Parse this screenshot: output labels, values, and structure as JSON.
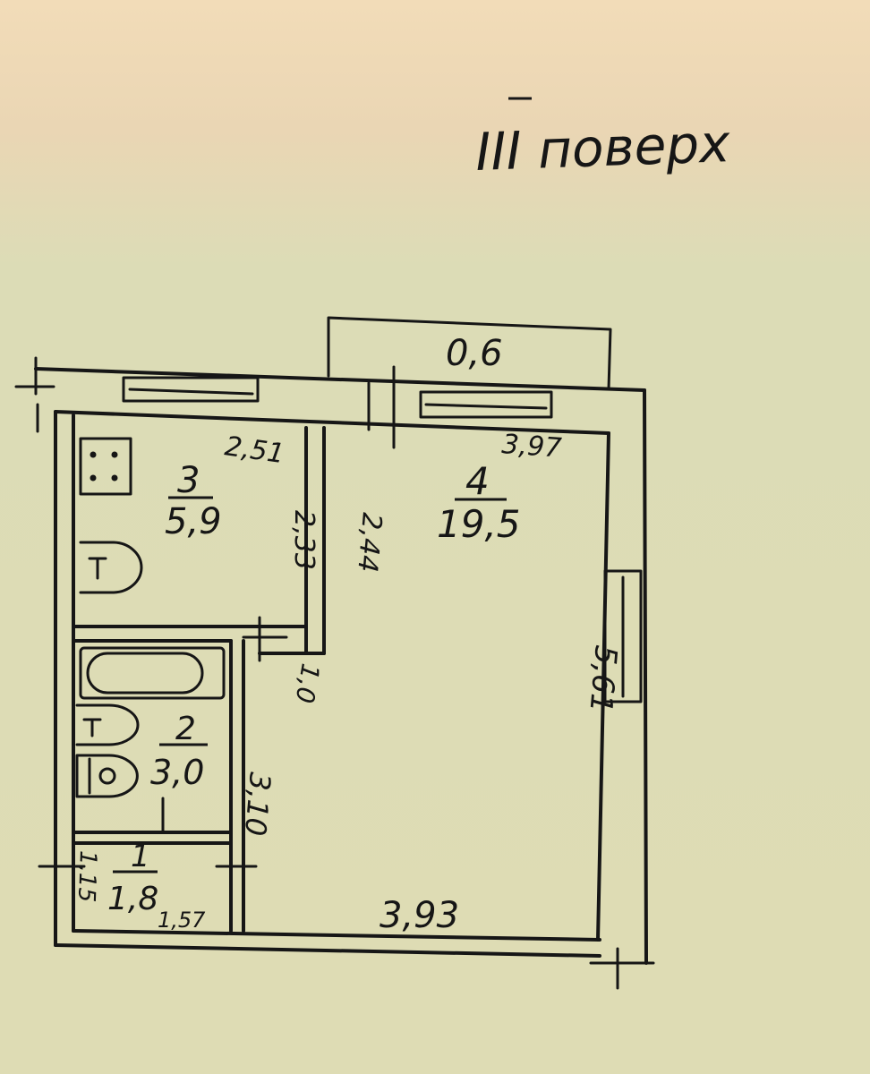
{
  "floor_label": "III поверх",
  "balcony": {
    "depth": "0,6"
  },
  "rooms": [
    {
      "number": "1",
      "area": "1,8",
      "dim_a": "1,15",
      "dim_b": "1,57"
    },
    {
      "number": "2",
      "area": "3,0",
      "dim_a": "3,10"
    },
    {
      "number": "3",
      "area": "5,9",
      "dim_a": "2,51",
      "dim_b": "2,33"
    },
    {
      "number": "4",
      "area": "19,5",
      "dim_a": "3,97",
      "dim_b": "5,61",
      "dim_c": "3,93"
    }
  ],
  "corridor": {
    "dim_a": "2,44",
    "dim_b": "1,0"
  },
  "colors": {
    "paper_top": "#f2dcb8",
    "paper": "#dcdcb4",
    "ink": "#161616"
  }
}
